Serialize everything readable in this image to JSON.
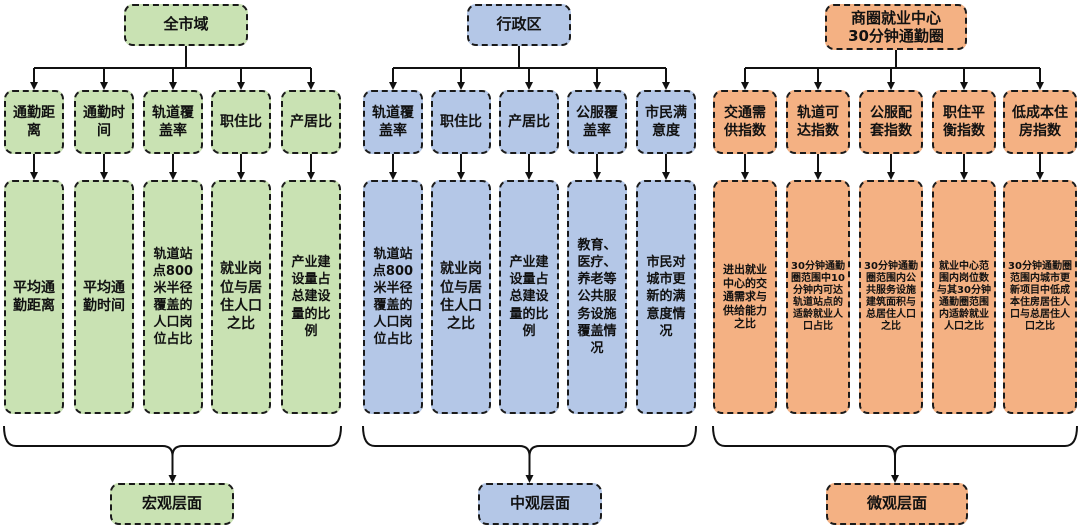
{
  "colors": {
    "macro": "#c9e2b3",
    "meso": "#b4c7e7",
    "micro": "#f4b183",
    "border": "#1a1a1a"
  },
  "macro": {
    "title": "全市域",
    "layer_label": "宏观层面",
    "indicators": [
      "通勤距离",
      "通勤时间",
      "轨道覆盖率",
      "职住比",
      "产居比"
    ],
    "definitions": [
      "平均通勤距离",
      "平均通勤时间",
      "轨道站点800米半径覆盖的人口岗位占比",
      "就业岗位与居住人口之比",
      "产业建设量占总建设量的比例"
    ]
  },
  "meso": {
    "title": "行政区",
    "layer_label": "中观层面",
    "indicators": [
      "轨道覆盖率",
      "职住比",
      "产居比",
      "公服覆盖率",
      "市民满意度"
    ],
    "definitions": [
      "轨道站点800米半径覆盖的人口岗位占比",
      "就业岗位与居住人口之比",
      "产业建设量占总建设量的比例",
      "教育、医疗、养老等公共服务设施覆盖情况",
      "市民对城市更新的满意度情况"
    ]
  },
  "micro": {
    "title_line1": "商圈就业中心",
    "title_line2": "30分钟通勤圈",
    "layer_label": "微观层面",
    "indicators": [
      "交通需供指数",
      "轨道可达指数",
      "公服配套指数",
      "职住平衡指数",
      "低成本住房指数"
    ],
    "definitions": [
      "进出就业中心的交通需求与供给能力之比",
      "30分钟通勤圈范围中10分钟内可达轨道站点的适龄就业人口占比",
      "30分钟通勤圈范围内公共服务设施建筑面积与总居住人口之比",
      "就业中心范围内岗位数与其30分钟通勤圈范围内适龄就业人口之比",
      "30分钟通勤圈范围内城市更新项目中低成本住房居住人口与总居住人口之比"
    ]
  }
}
